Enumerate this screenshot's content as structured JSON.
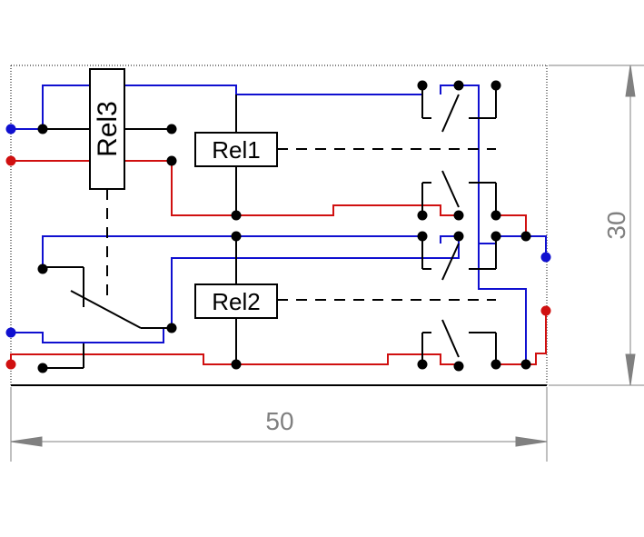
{
  "relays": {
    "rel1": "Rel1",
    "rel2": "Rel2",
    "rel3": "Rel3"
  },
  "dimensions": {
    "width": "50",
    "height": "30"
  },
  "colors": {
    "wire_blue": "#1010d0",
    "wire_red": "#d01010",
    "wire_black": "#000000",
    "dimension": "#808080"
  }
}
